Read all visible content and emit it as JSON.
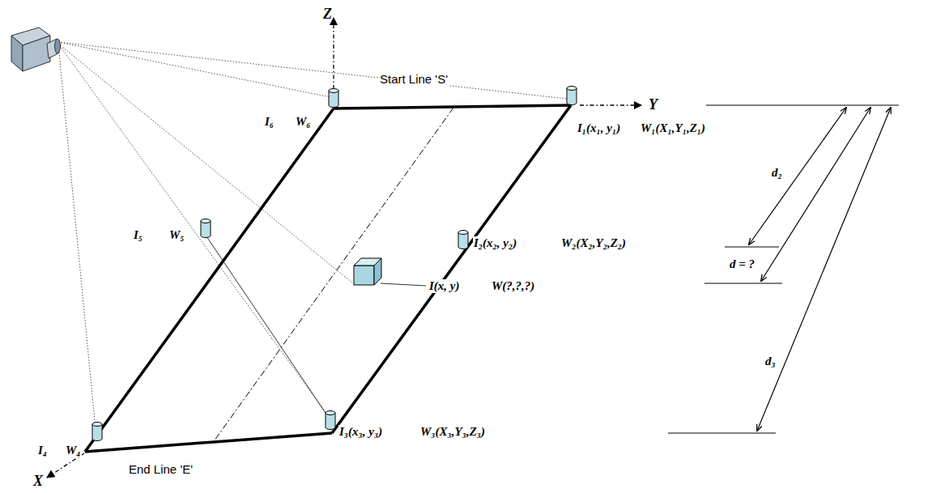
{
  "diagram": {
    "labels": [
      "Z",
      "Start Line 'S'",
      "Y",
      "I₆",
      "W₆",
      "I₁(x₁, y₁)",
      "W₁(X₁,Y₁,Z₁)",
      "d₂",
      "I₅",
      "W₅",
      "I₂(x₂, y₂)",
      "W₂(X₂,Y₂,Z₂)",
      "d = ?",
      "I(x, y)",
      "W(?,?,?)",
      "d₃",
      "I₄",
      "W₄",
      "I₃(x₃, y₃)",
      "W₃(X₃,Y₃,Z₃)",
      "End Line 'E'",
      "X"
    ]
  }
}
